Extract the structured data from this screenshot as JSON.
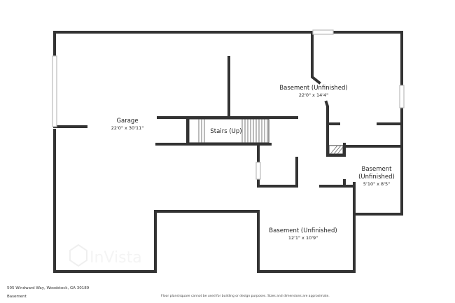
{
  "rooms": {
    "garage": {
      "name": "Garage",
      "dims": "22'0\" x 30'11\""
    },
    "stairs": {
      "name": "Stairs (Up)"
    },
    "basement_ne": {
      "name": "Basement (Unfinished)",
      "dims": "22'0\" x 14'4\""
    },
    "basement_e": {
      "line1": "Basement",
      "line2": "(Unfinished)",
      "dims": "5'10\" x 8'5\""
    },
    "basement_s": {
      "name": "Basement (Unfinished)",
      "dims": "12'1\" x 10'9\""
    }
  },
  "watermark": {
    "brand": "InVista",
    "url": ""
  },
  "footer": {
    "address": "505 Windward Way, Woodstock, GA 30189",
    "level": "Basement",
    "disclaimer": "Floor plans/square cannot be used for building or design purposes. Sizes and dimensions are approximate."
  },
  "colors": {
    "wall": "#333333",
    "window": "#bbbbbb",
    "background": "#ffffff"
  }
}
